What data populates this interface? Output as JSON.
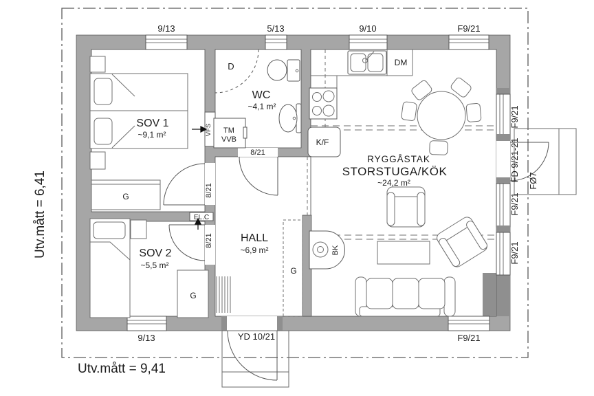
{
  "drawing": {
    "dimensions": {
      "left": "Utv.mått = 6,41",
      "bottom": "Utv.mått = 9,41"
    },
    "rooms": {
      "sov1": {
        "name": "SOV 1",
        "area": "~9,1 m²"
      },
      "sov2": {
        "name": "SOV 2",
        "area": "~5,5 m²"
      },
      "wc": {
        "name": "WC",
        "area": "~4,1 m²"
      },
      "hall": {
        "name": "HALL",
        "area": "~6,9 m²"
      },
      "storstuga": {
        "roof_type": "RYGGÅSTAK",
        "name": "STORSTUGA/KÖK",
        "area": "~24,2 m²"
      }
    },
    "windows": {
      "w913": "9/13",
      "w513": "5/13",
      "w910": "9/10",
      "f921": "F9/21",
      "fo7": "FØ7"
    },
    "doors": {
      "inner": "8/21",
      "entry": "YD 10/21",
      "french": "FD 9/21-21",
      "shower": "D"
    },
    "labels": {
      "wardrobe": "G",
      "washing_machine": "TM",
      "water_heater": "VVB",
      "vent": "VFS",
      "dishwasher": "DM",
      "fridge_freezer": "K/F",
      "wood_stove": "BK",
      "electrical": "EL.C"
    },
    "colors": {
      "wall": "#a6a6a6",
      "wall_dark": "#8f8f8f",
      "line": "#4d4d4d",
      "text": "#1c1c1c",
      "background": "#ffffff"
    }
  }
}
